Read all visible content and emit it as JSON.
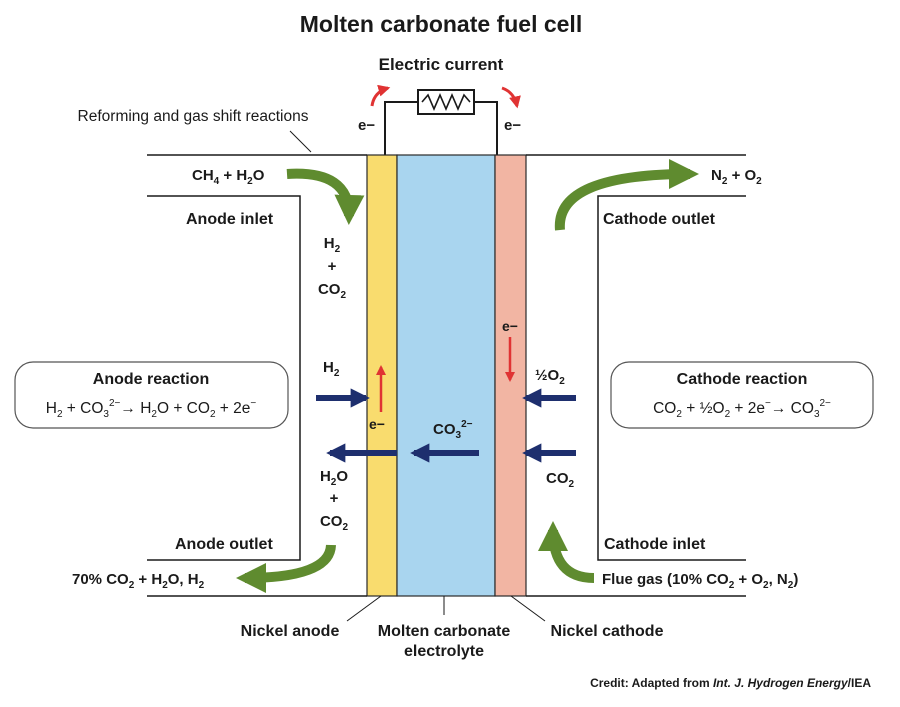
{
  "title": "Molten carbonate fuel cell",
  "electric_current": {
    "label": "Electric current",
    "electron_left": "e−",
    "electron_right": "e−"
  },
  "reforming": {
    "label": "Reforming and gas shift reactions"
  },
  "anode_side": {
    "fuel_in": {
      "main": "CH",
      "sub1": "4",
      "mid": " + H",
      "sub2": "2",
      "end": "O"
    },
    "inlet_label": "Anode inlet",
    "h2_co2": {
      "h": "H",
      "h_sub": "2",
      "plus": "+",
      "co": "CO",
      "co_sub": "2"
    },
    "h2_in": {
      "h": "H",
      "h_sub": "2"
    },
    "e_minus": "e−",
    "h2o_co2": {
      "h": "H",
      "h_sub": "2",
      "o": "O",
      "plus": "+",
      "co": "CO",
      "co_sub": "2"
    },
    "outlet_label": "Anode outlet",
    "exhaust": {
      "pct": "70% CO",
      "sub1": "2",
      "mid": " + H",
      "sub2": "2",
      "mid2": "O, H",
      "sub3": "2"
    }
  },
  "anode_reaction": {
    "title": "Anode reaction",
    "eq": {
      "p1": "H",
      "s1": "2",
      "p2": " + CO",
      "s2": "3",
      "sup2": "2−",
      "arrow": "→",
      "p3": " H",
      "s3": "2",
      "p4": "O + CO",
      "s4": "2",
      "p5": " + 2e",
      "sup5": "−"
    }
  },
  "electrolyte": {
    "ion": {
      "co": "CO",
      "sub": "3",
      "sup": "2−"
    }
  },
  "cathode_side": {
    "e_minus": "e−",
    "half_o2": {
      "half": "½",
      "o": "O",
      "sub": "2"
    },
    "co2_in": {
      "co": "CO",
      "sub": "2"
    },
    "outlet_label": "Cathode outlet",
    "outlet_gas": {
      "n": "N",
      "n_sub": "2",
      "mid": " + O",
      "o_sub": "2"
    },
    "inlet_label": "Cathode inlet",
    "flue_gas": {
      "p1": "Flue gas (10% CO",
      "s1": "2",
      "p2": " + O",
      "s2": "2",
      "p3": ", N",
      "s3": "2",
      "p4": ")"
    }
  },
  "cathode_reaction": {
    "title": "Cathode reaction",
    "eq": {
      "p1": "CO",
      "s1": "2",
      "p2": " + ½O",
      "s2": "2",
      "p3": " + 2e",
      "sup3": "−",
      "arrow": "→",
      "p4": " CO",
      "s4": "3",
      "sup4": "2−"
    }
  },
  "labels": {
    "nickel_anode": "Nickel anode",
    "electrolyte_line1": "Molten carbonate",
    "electrolyte_line2": "electrolyte",
    "nickel_cathode": "Nickel cathode"
  },
  "credit": {
    "prefix": "Credit: Adapted from ",
    "source": "Int. J. Hydrogen Energy",
    "suffix": "/IEA"
  },
  "colors": {
    "anode": "#f9dc6e",
    "electrolyte": "#a9d5ef",
    "cathode": "#f2b5a3",
    "flow_green": "#5f8b2f",
    "ion_arrow": "#1e2f6e",
    "electron_red": "#e03333"
  }
}
